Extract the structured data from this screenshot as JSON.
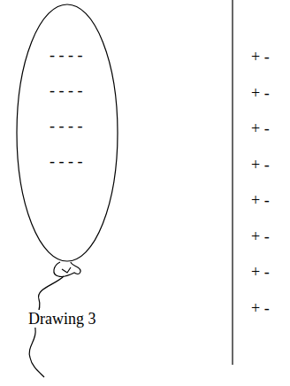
{
  "diagram": {
    "nodes": [
      {
        "text": [
          "- -  - -",
          "- - - -",
          "- - - -",
          "- - -  -"
        ]
      }
    ],
    "labels": [
      "Drawing 3",
      "+ -",
      "+ -",
      "+ -",
      "+ -",
      "+ -",
      "+ -",
      "+ -",
      "+ -"
    ]
  }
}
